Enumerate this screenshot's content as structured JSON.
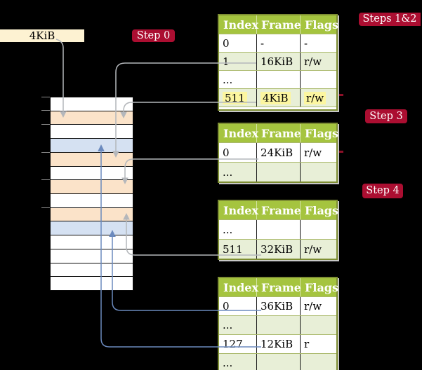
{
  "frame_box": {
    "label": "4KiB"
  },
  "badges": {
    "step0": "Step 0",
    "steps12": "Steps 1&2",
    "step3": "Step 3",
    "step4": "Step 4"
  },
  "memory": {
    "rows": [
      "white",
      "orange",
      "white",
      "blue",
      "orange",
      "white",
      "orange",
      "white",
      "orange",
      "blue",
      "white",
      "white",
      "white",
      "white"
    ],
    "tick_rows": [
      0,
      1,
      2,
      4,
      6,
      8
    ]
  },
  "tables": [
    {
      "id": "table-steps-1-2",
      "header": [
        "Index",
        "Frame",
        "Flags"
      ],
      "rows": [
        {
          "cells": [
            "0",
            "-",
            "-"
          ],
          "shaded": false,
          "highlight": false
        },
        {
          "cells": [
            "1",
            "16KiB",
            "r/w"
          ],
          "shaded": true,
          "highlight": false
        },
        {
          "cells": [
            "...",
            "",
            ""
          ],
          "shaded": false,
          "highlight": false
        },
        {
          "cells": [
            "511",
            "4KiB",
            "r/w"
          ],
          "shaded": true,
          "highlight": true
        }
      ],
      "stub": true
    },
    {
      "id": "table-step-3",
      "header": [
        "Index",
        "Frame",
        "Flags"
      ],
      "rows": [
        {
          "cells": [
            "0",
            "24KiB",
            "r/w"
          ],
          "shaded": false,
          "highlight": false
        },
        {
          "cells": [
            "...",
            "",
            ""
          ],
          "shaded": true,
          "highlight": false
        }
      ],
      "stub": false
    },
    {
      "id": "table-step-4a",
      "header": [
        "Index",
        "Frame",
        "Flags"
      ],
      "rows": [
        {
          "cells": [
            "...",
            "",
            ""
          ],
          "shaded": false,
          "highlight": false
        },
        {
          "cells": [
            "511",
            "32KiB",
            "r/w"
          ],
          "shaded": true,
          "highlight": false
        }
      ],
      "stub": false
    },
    {
      "id": "table-step-4b",
      "header": [
        "Index",
        "Frame",
        "Flags"
      ],
      "rows": [
        {
          "cells": [
            "0",
            "36KiB",
            "r/w"
          ],
          "shaded": false,
          "highlight": false
        },
        {
          "cells": [
            "...",
            "",
            ""
          ],
          "shaded": true,
          "highlight": false
        },
        {
          "cells": [
            "127",
            "12KiB",
            "r"
          ],
          "shaded": false,
          "highlight": false
        },
        {
          "cells": [
            "...",
            "",
            ""
          ],
          "shaded": true,
          "highlight": false
        }
      ],
      "stub": false
    }
  ],
  "connections": [
    {
      "from": "4KiB label",
      "to": "memory frame 4KiB (row 2)",
      "color": "gray"
    },
    {
      "from": "table-steps-1-2 index 1 (16KiB)",
      "to": "memory frame 16KiB (row 5)",
      "color": "gray"
    },
    {
      "from": "table-steps-1-2 index 511 (4KiB)",
      "to": "memory frame 4KiB (row 2)",
      "color": "gray"
    },
    {
      "from": "table-step-3 index 0 (24KiB)",
      "to": "memory frame 24KiB (row 7)",
      "color": "gray"
    },
    {
      "from": "table-step-4a index 511 (32KiB)",
      "to": "memory frame 32KiB (row 9)",
      "color": "gray"
    },
    {
      "from": "table-step-4b index 0 (36KiB)",
      "to": "memory frame 36KiB (row 10)",
      "color": "blue"
    },
    {
      "from": "table-step-4b index 127 (12KiB)",
      "to": "memory frame 12KiB (row 4)",
      "color": "blue"
    }
  ]
}
